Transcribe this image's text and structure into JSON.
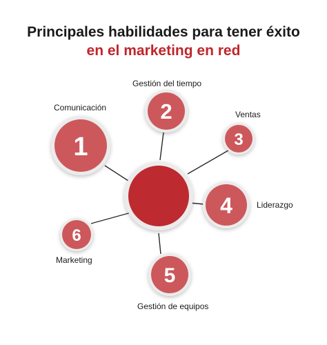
{
  "title": {
    "line1": "Principales habilidades para tener éxito",
    "line2": "en el marketing en red"
  },
  "colors": {
    "title_accent": "#c0252b",
    "center": "#bd2a2f",
    "node": "#cc585c",
    "node_ring": "#ecebeb",
    "connector": "#2a2a2a"
  },
  "skills": [
    {
      "number": "1",
      "label": "Comunicación"
    },
    {
      "number": "2",
      "label": "Gestión del tiempo"
    },
    {
      "number": "3",
      "label": "Ventas"
    },
    {
      "number": "4",
      "label": "Liderazgo"
    },
    {
      "number": "5",
      "label": "Gestión de equipos"
    },
    {
      "number": "6",
      "label": "Marketing"
    }
  ]
}
